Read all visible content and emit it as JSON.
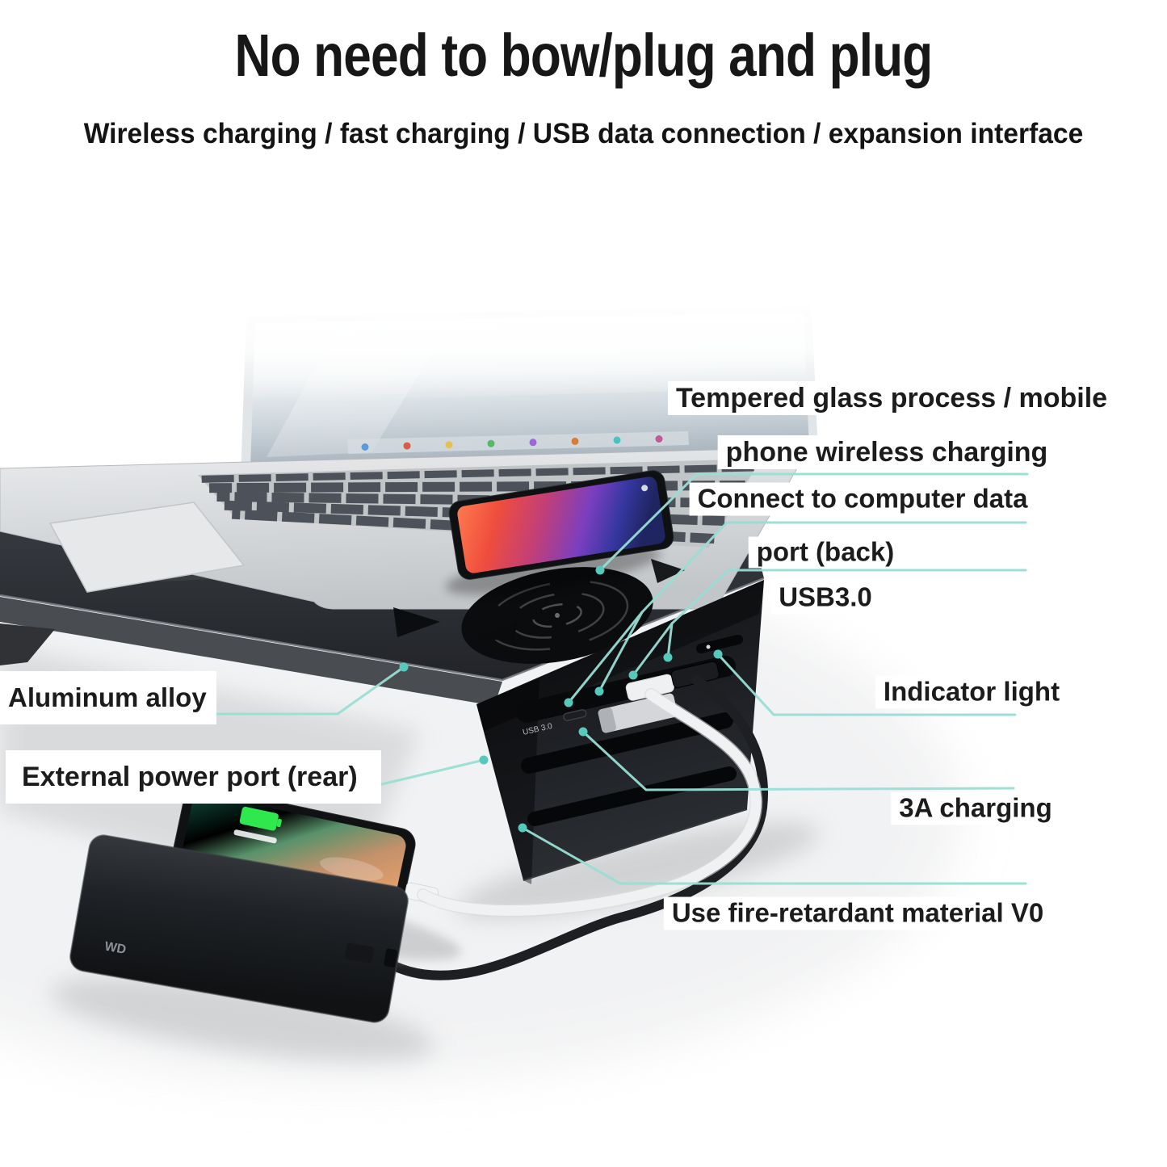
{
  "header": {
    "title": "No need to bow/plug and plug",
    "subtitle": "Wireless charging / fast charging / USB data connection / expansion interface"
  },
  "callouts": {
    "tempered_glass_line1": "Tempered glass process / mobile",
    "tempered_glass_line2": "phone wireless charging",
    "usb_data_line1": "Connect to computer data",
    "usb_data_line2": "port (back)",
    "usb_data_line3": "USB3.0",
    "indicator_light": "Indicator light",
    "aluminum_alloy": "Aluminum alloy",
    "external_power": "External power port (rear)",
    "charging_3a": "3A charging",
    "fire_retardant": "Use fire-retardant material V0"
  },
  "device_text": {
    "front_port_label": "USB 3.0",
    "drive_logo": "WD"
  },
  "colors": {
    "leader_line": "#97ded4",
    "leader_dot": "#55cabc",
    "label_text": "#1c1c1c",
    "battery_green": "#2ee84e",
    "stand_black": "#1b1d21",
    "laptop_silver": "#d9dcde"
  },
  "scene_parts": [
    "laptop",
    "monitor-stand",
    "wireless-charging-pad",
    "phone-on-pad",
    "charging-phone",
    "external-hard-drive",
    "white-usb-cable",
    "black-usb-cable"
  ]
}
